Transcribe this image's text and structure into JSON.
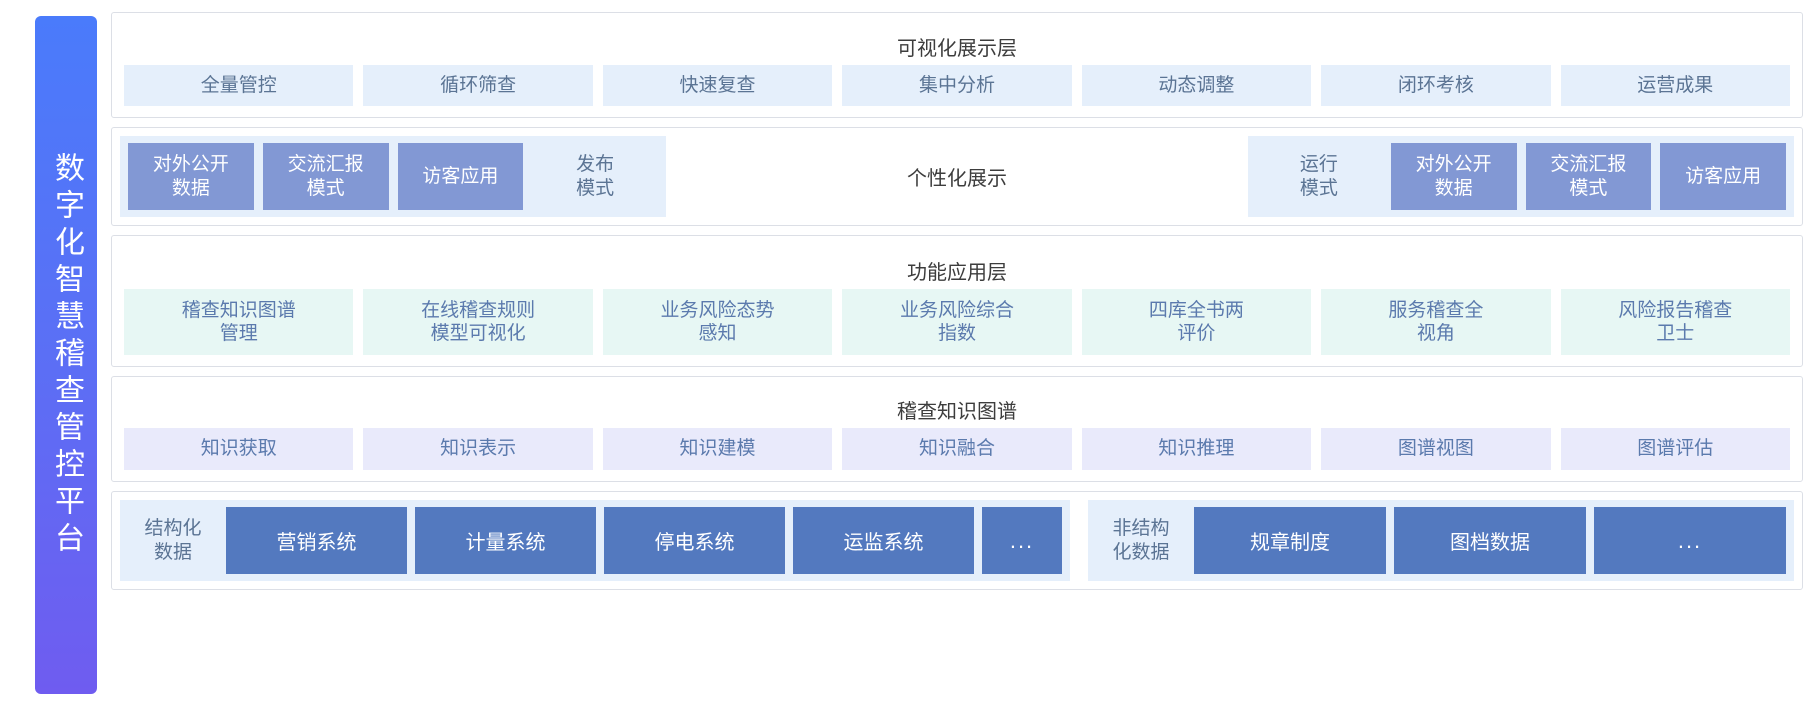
{
  "sidebar": {
    "title": "数字化智慧稽查管控平台"
  },
  "layers": {
    "visualization": {
      "title": "可视化展示层",
      "items": [
        {
          "label": "全量管控"
        },
        {
          "label": "循环筛查"
        },
        {
          "label": "快速复查"
        },
        {
          "label": "集中分析"
        },
        {
          "label": "动态调整"
        },
        {
          "label": "闭环考核"
        },
        {
          "label": "运营成果"
        }
      ]
    },
    "personalized": {
      "center_label": "个性化展示",
      "left_group": [
        {
          "label": "对外公开\n数据",
          "style": "solid"
        },
        {
          "label": "交流汇报\n模式",
          "style": "solid"
        },
        {
          "label": "访客应用",
          "style": "solid"
        },
        {
          "label": "发布\n模式",
          "style": "ghost"
        }
      ],
      "right_group": [
        {
          "label": "运行\n模式",
          "style": "ghost"
        },
        {
          "label": "对外公开\n数据",
          "style": "solid"
        },
        {
          "label": "交流汇报\n模式",
          "style": "solid"
        },
        {
          "label": "访客应用",
          "style": "solid"
        }
      ]
    },
    "functional": {
      "title": "功能应用层",
      "items": [
        {
          "label": "稽查知识图谱\n管理"
        },
        {
          "label": "在线稽查规则\n模型可视化"
        },
        {
          "label": "业务风险态势\n感知"
        },
        {
          "label": "业务风险综合\n指数"
        },
        {
          "label": "四库全书两\n评价"
        },
        {
          "label": "服务稽查全\n视角"
        },
        {
          "label": "风险报告稽查\n卫士"
        }
      ]
    },
    "knowledge_graph": {
      "title": "稽查知识图谱",
      "items": [
        {
          "label": "知识获取"
        },
        {
          "label": "知识表示"
        },
        {
          "label": "知识建模"
        },
        {
          "label": "知识融合"
        },
        {
          "label": "知识推理"
        },
        {
          "label": "图谱视图"
        },
        {
          "label": "图谱评估"
        }
      ]
    },
    "data_source": {
      "structured": {
        "label": "结构化\n数据",
        "items": [
          {
            "label": "营销系统",
            "kind": "box"
          },
          {
            "label": "计量系统",
            "kind": "box"
          },
          {
            "label": "停电系统",
            "kind": "box"
          },
          {
            "label": "运监系统",
            "kind": "box"
          },
          {
            "label": "...",
            "kind": "ellipsis"
          }
        ]
      },
      "unstructured": {
        "label": "非结构\n化数据",
        "items": [
          {
            "label": "规章制度",
            "kind": "box"
          },
          {
            "label": "图档数据",
            "kind": "box"
          },
          {
            "label": "...",
            "kind": "ellipsis"
          }
        ]
      }
    }
  },
  "colors": {
    "sidebar_gradient_start": "#4a7bfb",
    "sidebar_gradient_end": "#6f5cf0",
    "visualization_cell": "#e5effb",
    "functional_cell": "#e7f7f4",
    "knowledge_cell": "#e9eafb",
    "solid_chip": "#8298d4",
    "data_box": "#5379bf",
    "text_blue": "#5b7aad",
    "title_text": "#3d3d3d"
  }
}
